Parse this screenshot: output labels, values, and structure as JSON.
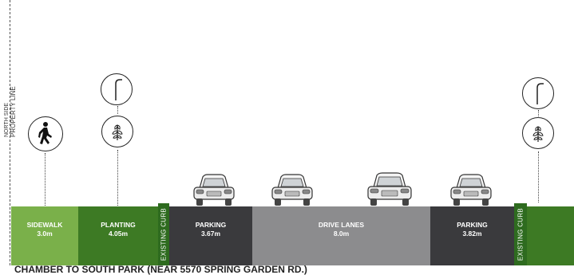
{
  "property_line_label": [
    "NORTH SIDE",
    "PROPERTY LINE"
  ],
  "segments": [
    {
      "label": "SIDEWALK",
      "width": "3.0m"
    },
    {
      "label": "PLANTING",
      "width": "4.05m"
    },
    {
      "label": "PARKING",
      "width": "3.67m"
    },
    {
      "label": "DRIVE LANES",
      "width": "8.0m"
    },
    {
      "label": "PARKING",
      "width": "3.82m"
    }
  ],
  "curbs": [
    "EXISTING CURB",
    "EXISTING CURB"
  ],
  "icons": [
    "pedestrian-icon",
    "street-light-icon",
    "tree-icon",
    "street-light-icon",
    "tree-icon",
    "car-icon",
    "car-icon",
    "car-icon",
    "car-icon"
  ],
  "caption": "CHAMBER TO SOUTH PARK (NEAR 5570 SPRING GARDEN RD.)",
  "colors": {
    "sidewalk": "#7ab04a",
    "planting": "#3d7a24",
    "parking": "#3a3a3d",
    "drive_lanes": "#8c8c8e"
  }
}
